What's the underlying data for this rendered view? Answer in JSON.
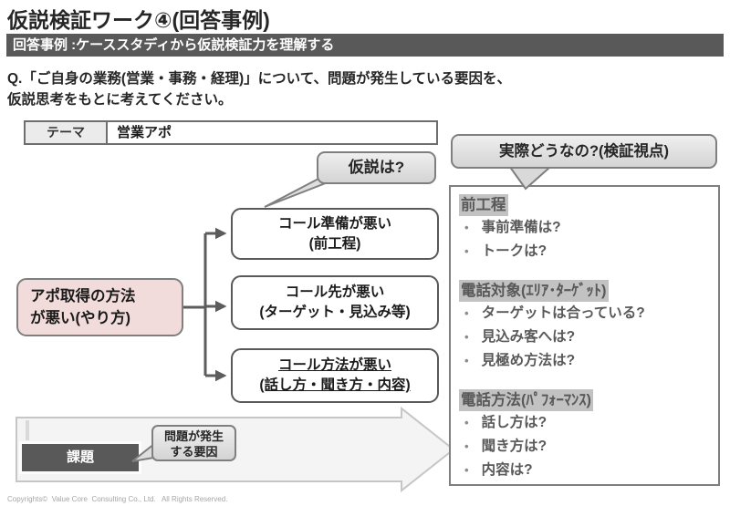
{
  "page": {
    "title": "仮説検証ワーク④(回答事例)",
    "subtitle": "回答事例 :ケーススタディから仮説検証力を理解する",
    "question_line1": "Q.「ご自身の業務(営業・事務・経理)」について、問題が発生している要因を、",
    "question_line2": "仮説思考をもとに考えてください。",
    "footer": "Copyrights©  Value Core  Consulting Co., Ltd.   All Rights Reserved."
  },
  "theme_table": {
    "header": "テーマ",
    "value": "営業アポ"
  },
  "bubbles": {
    "hypothesis": "仮説は?",
    "verification": "実際どうなの?(検証視点)",
    "cause_line1": "問題が発生",
    "cause_line2": "する要因"
  },
  "cause_box": {
    "line1": "アポ取得の方法",
    "line2": "が悪い(やり方)"
  },
  "hypothesis_boxes": [
    {
      "line1": "コール準備が悪い",
      "line2": "(前工程)"
    },
    {
      "line1": "コール先が悪い",
      "line2": "(ターゲット・見込み等)"
    },
    {
      "line1": "コール方法が悪い",
      "line2": "(話し方・聞き方・内容)"
    }
  ],
  "verification_panel": {
    "sections": [
      {
        "heading": "前工程",
        "items": [
          "事前準備は?",
          "トークは?"
        ]
      },
      {
        "heading": "電話対象(ｴﾘｱ･ﾀｰｹﾞｯﾄ)",
        "items": [
          "ターゲットは合っている?",
          "見込み客へは?",
          "見極め方法は?"
        ]
      },
      {
        "heading": "電話方法(ﾊﾟﾌｫｰﾏﾝｽ)",
        "items": [
          "話し方は?",
          "聞き方は?",
          "内容は?"
        ]
      }
    ]
  },
  "task_label": "課題",
  "colors": {
    "header_bar": "#595959",
    "cause_box_fill": "#f2dcdb",
    "bubble_fill": "#e0e0e0",
    "highlight_gray": "#c2c2c2",
    "border_gray": "#7f7f7f",
    "panel_text": "#595959"
  }
}
